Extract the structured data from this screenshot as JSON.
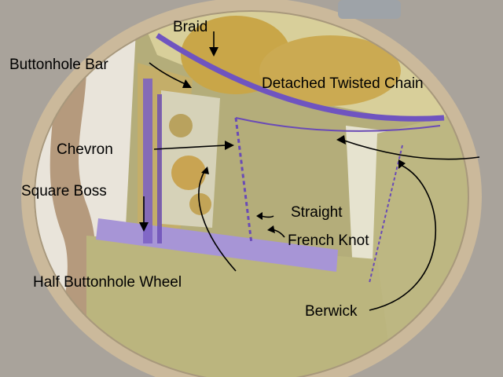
{
  "labels": {
    "braid": "Braid",
    "buttonhole_bar": "Buttonhole Bar",
    "detached_twisted_chain": "Detached Twisted Chain",
    "chevron": "Chevron",
    "square_boss": "Square Boss",
    "straight": "Straight",
    "french_knot": "French Knot",
    "half_buttonhole_wheel": "Half Buttonhole Wheel",
    "berwick": "Berwick"
  },
  "colors": {
    "background": "#a8a29a",
    "hoop": "#c9b79a",
    "fabric_green": "#b7b27e",
    "fabric_gold": "#c9b26a",
    "lace_purple": "#7a5fc4",
    "ribbon_lavender": "#a695d6",
    "thread_purple": "#6a4bb6",
    "label_text": "#000000"
  }
}
